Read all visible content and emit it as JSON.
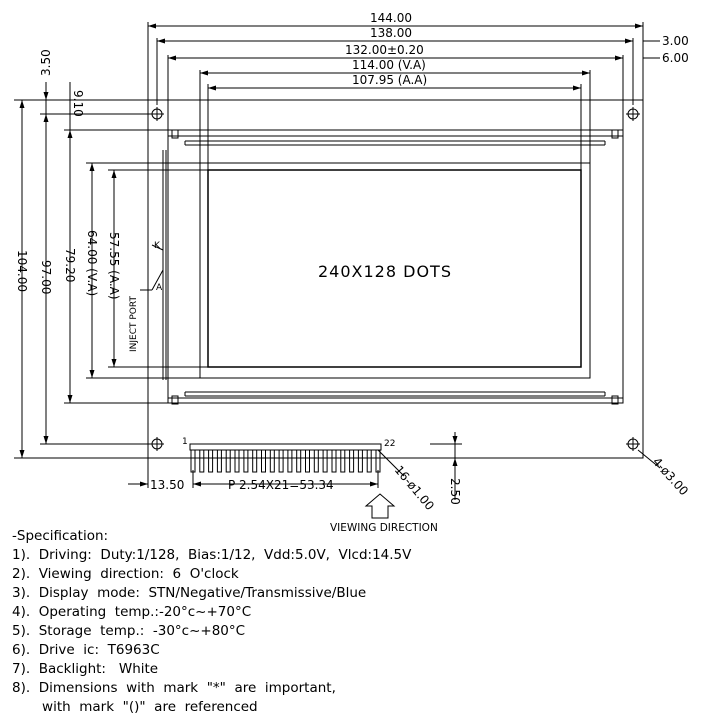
{
  "dimensions": {
    "w144": "144.00",
    "w138": "138.00",
    "w132": "132.00±0.20",
    "w114": "114.00  (V.A)",
    "w107": "107.95  (A.A)",
    "r3": "3.00",
    "r6": "6.00",
    "l350": "3.50",
    "l910": "9.10",
    "h104": "104.00",
    "h97": "97.00",
    "h792": "79.20",
    "h64": "64.00  (V.A)",
    "h5755": "57.55  (A.A)",
    "b1350": "13.50",
    "bpitch": "P  2.54X21=53.34",
    "b250": "2.50",
    "pin_d": "16-ø1.00",
    "hole_d": "4-ø3.00",
    "pin1": "1",
    "pin22": "22",
    "k_label": "K",
    "a_label": "A",
    "inject_port": "INJECT PORT"
  },
  "display_label": "240X128  DOTS",
  "viewing_direction": "VIEWING DIRECTION",
  "spec": {
    "title": "-Specification:",
    "items": [
      "1).  Driving:  Duty:1/128,  Bias:1/12,  Vdd:5.0V,  Vlcd:14.5V",
      "2).  Viewing  direction:  6  O'clock",
      "3).  Display  mode:  STN/Negative/Transmissive/Blue",
      "4).  Operating  temp.:-20°c~+70°C",
      "5).  Storage  temp.:  -30°c~+80°C",
      "6).  Drive  ic:  T6963C",
      "7).  Backlight:   White",
      "8).  Dimensions  with  mark  \"*\"  are  important,",
      "       with  mark  \"()\"  are  referenced"
    ]
  }
}
